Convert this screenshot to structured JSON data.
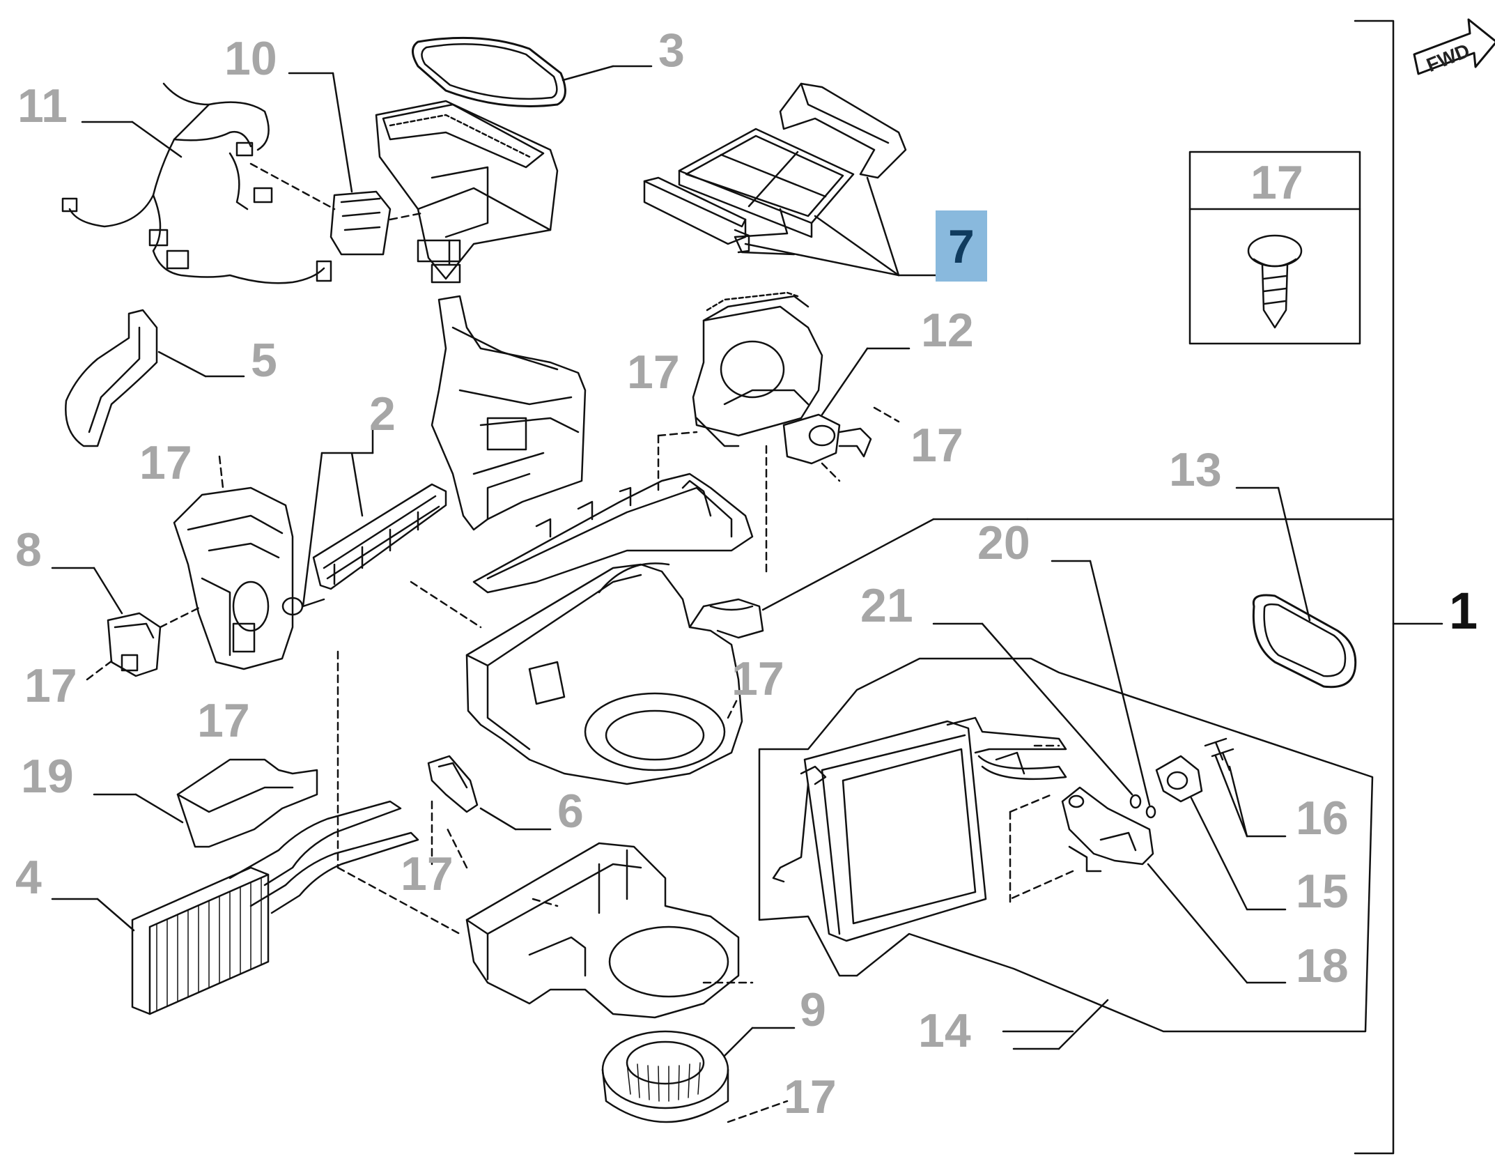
{
  "diagram": {
    "fwd_label": "FWD",
    "selected_callout": "7",
    "callouts": [
      {
        "id": "c10",
        "label": "10"
      },
      {
        "id": "c3",
        "label": "3"
      },
      {
        "id": "c11",
        "label": "11"
      },
      {
        "id": "c7",
        "label": "7"
      },
      {
        "id": "c17a",
        "label": "17"
      },
      {
        "id": "c12",
        "label": "12"
      },
      {
        "id": "c5",
        "label": "5"
      },
      {
        "id": "c17b",
        "label": "17"
      },
      {
        "id": "c2",
        "label": "2"
      },
      {
        "id": "c17c",
        "label": "17"
      },
      {
        "id": "c17d",
        "label": "17"
      },
      {
        "id": "c13",
        "label": "13"
      },
      {
        "id": "c8",
        "label": "8"
      },
      {
        "id": "c20",
        "label": "20"
      },
      {
        "id": "c21",
        "label": "21"
      },
      {
        "id": "c1",
        "label": "1"
      },
      {
        "id": "c17e",
        "label": "17"
      },
      {
        "id": "c17f",
        "label": "17"
      },
      {
        "id": "c17g",
        "label": "17"
      },
      {
        "id": "c19",
        "label": "19"
      },
      {
        "id": "c16",
        "label": "16"
      },
      {
        "id": "c6",
        "label": "6"
      },
      {
        "id": "c4",
        "label": "4"
      },
      {
        "id": "c17h",
        "label": "17"
      },
      {
        "id": "c15",
        "label": "15"
      },
      {
        "id": "c18",
        "label": "18"
      },
      {
        "id": "c9",
        "label": "9"
      },
      {
        "id": "c14",
        "label": "14"
      },
      {
        "id": "c17i",
        "label": "17"
      }
    ]
  },
  "colors": {
    "callout_gray": "#a6a6a6",
    "selected_bg": "#89b9dd",
    "selected_text": "#0f3b5e",
    "line": "#111111"
  }
}
